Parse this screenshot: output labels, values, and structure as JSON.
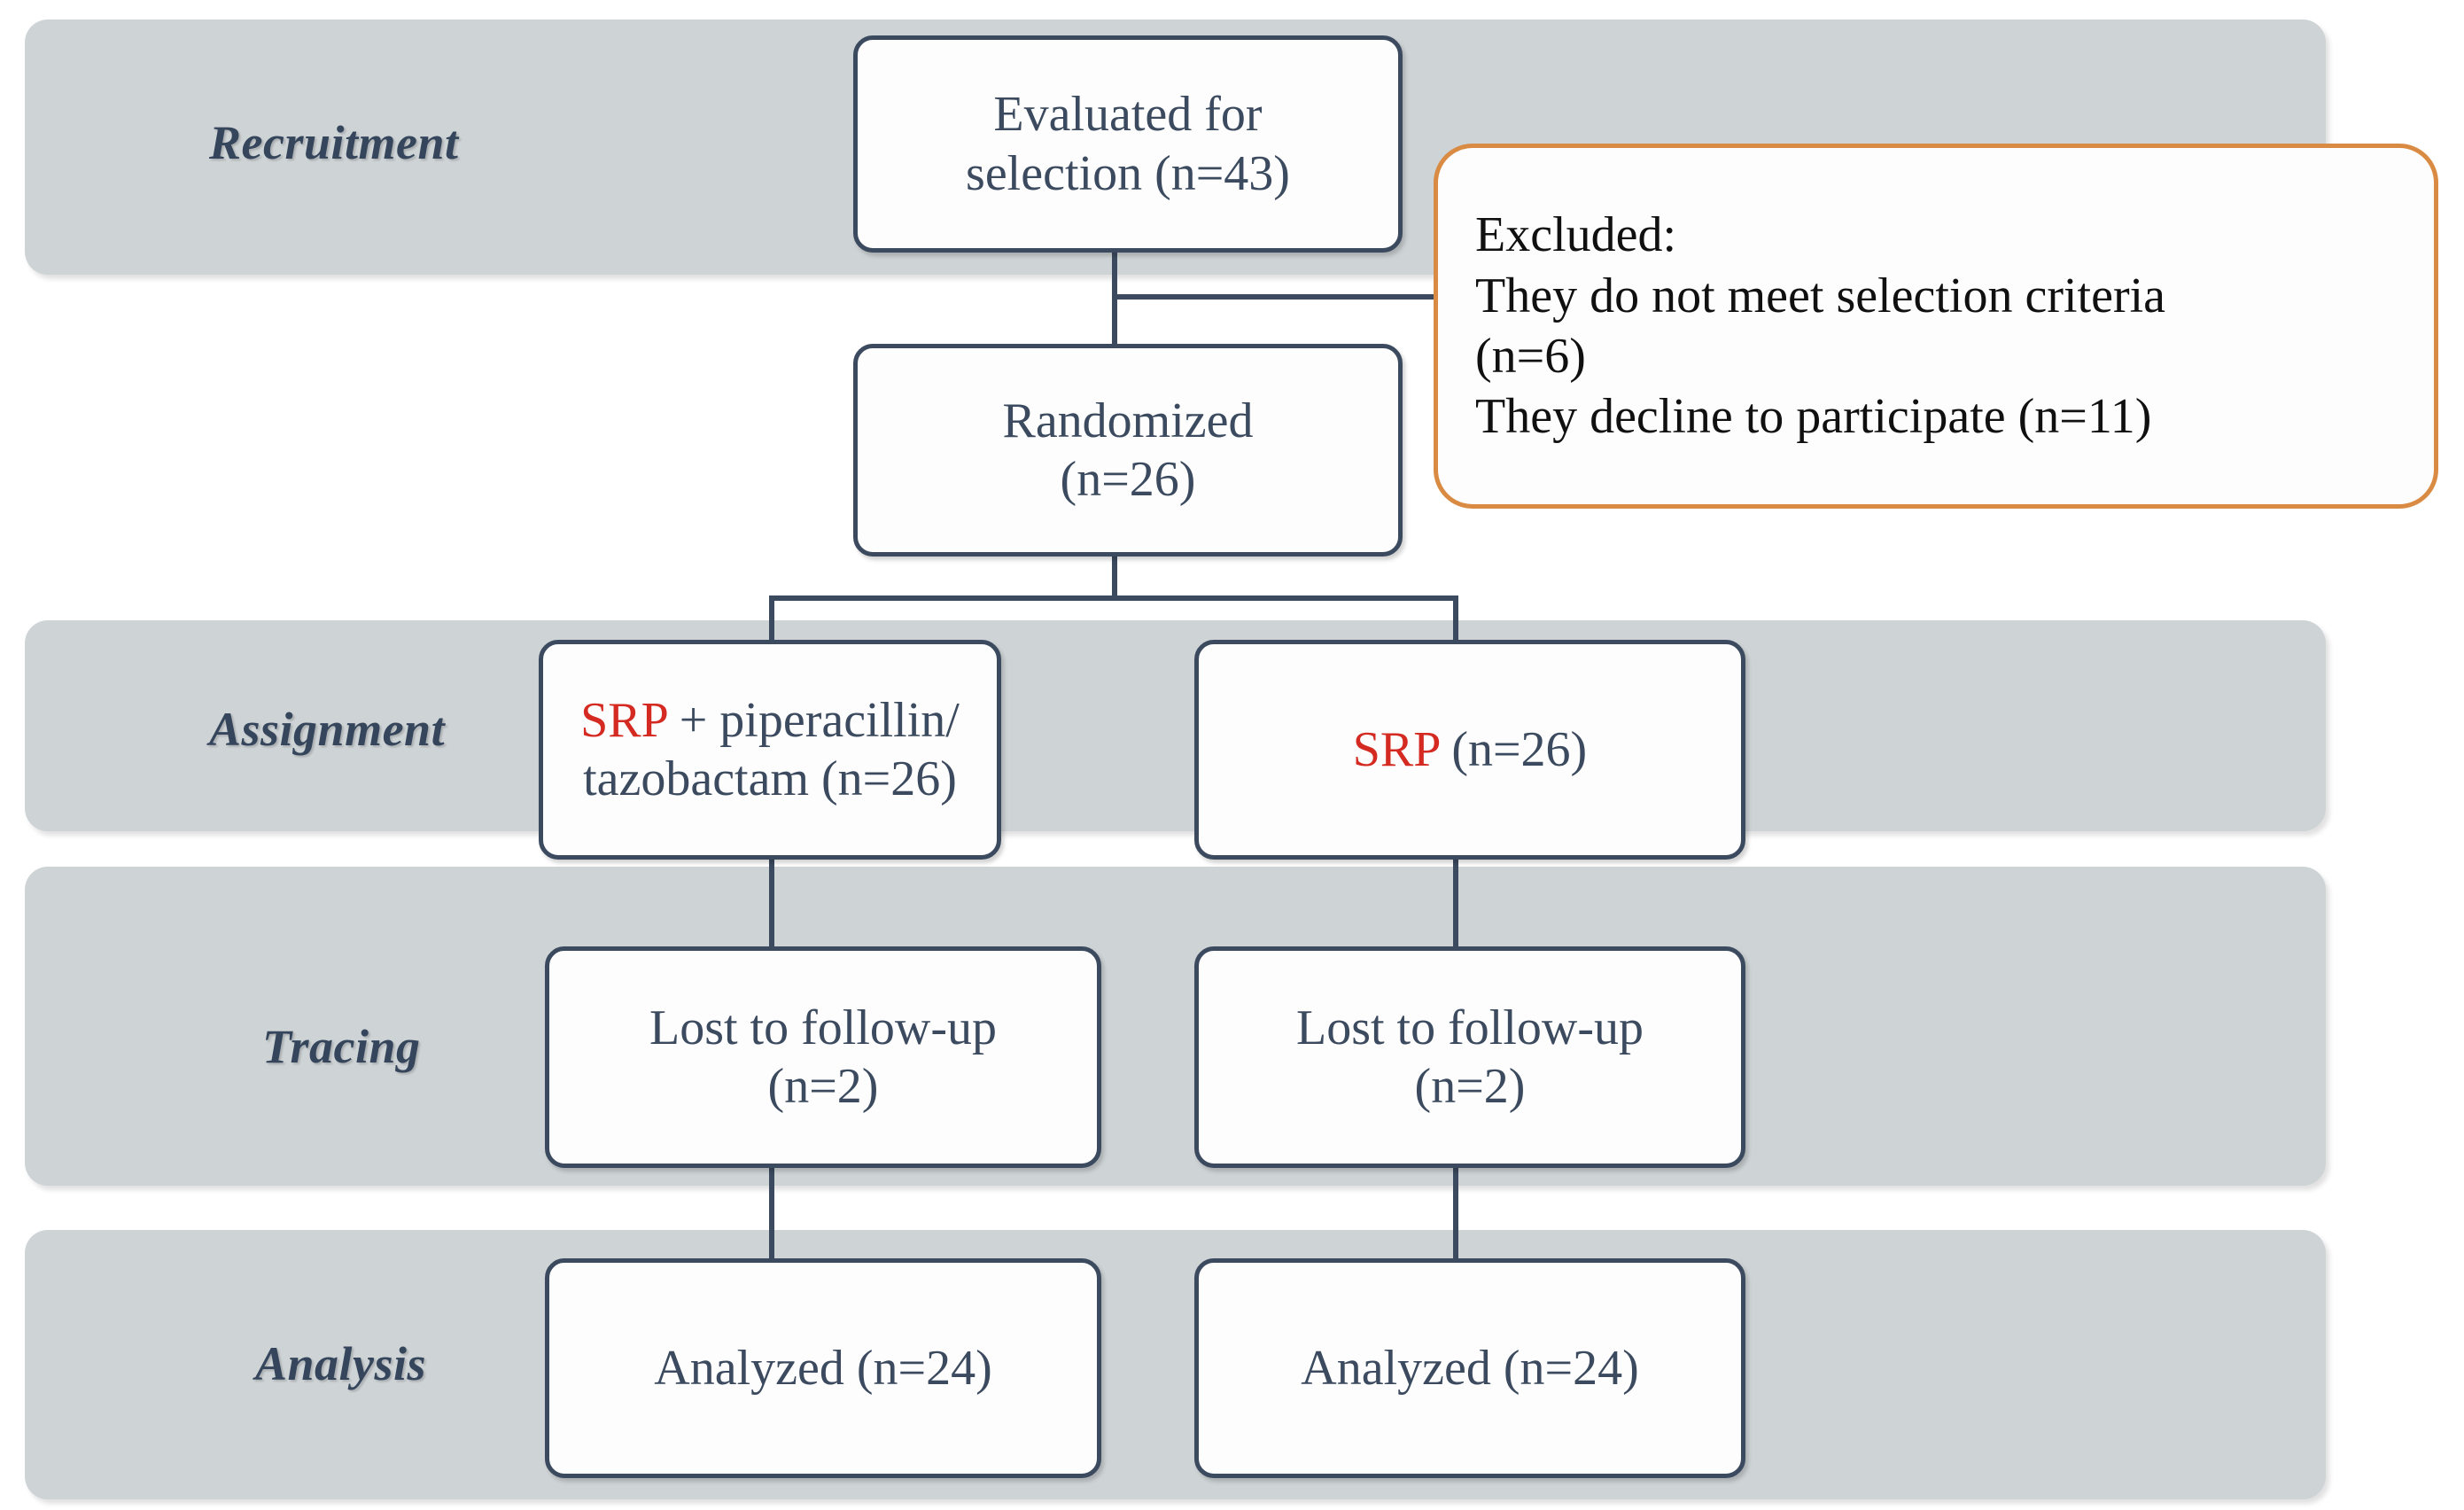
{
  "figure": {
    "type": "consort-flow-diagram",
    "colors": {
      "band": "#ced3d6",
      "node_border": "#3b4a5e",
      "node_text": "#3b4a5e",
      "excluded_border": "#d98a43",
      "excluded_text": "#101010",
      "highlight": "#d42a21"
    }
  },
  "stages": [
    {
      "label": "Recruitment"
    },
    {
      "label": "Assignment"
    },
    {
      "label": "Tracing"
    },
    {
      "label": "Analysis"
    }
  ],
  "nodes": {
    "evaluated": {
      "line1": "Evaluated for",
      "line2": "selection (n=43)"
    },
    "randomized": {
      "line1": "Randomized",
      "line2": "(n=26)"
    },
    "excluded": {
      "heading": "Excluded:",
      "reason1": "They do not meet selection criteria",
      "reason1_count": "(n=6)",
      "reason2": "They decline to participate (n=11)"
    },
    "arm_left_assignment": {
      "highlight": "SRP",
      "rest_line1": " + piperacillin/",
      "line2": "tazobactam (n=26)"
    },
    "arm_right_assignment": {
      "highlight": "SRP",
      "rest": " (n=26)"
    },
    "arm_left_tracing": {
      "line1": "Lost to follow-up",
      "line2": "(n=2)"
    },
    "arm_right_tracing": {
      "line1": "Lost to follow-up",
      "line2": "(n=2)"
    },
    "arm_left_analysis": {
      "text": "Analyzed (n=24)"
    },
    "arm_right_analysis": {
      "text": "Analyzed (n=24)"
    }
  }
}
